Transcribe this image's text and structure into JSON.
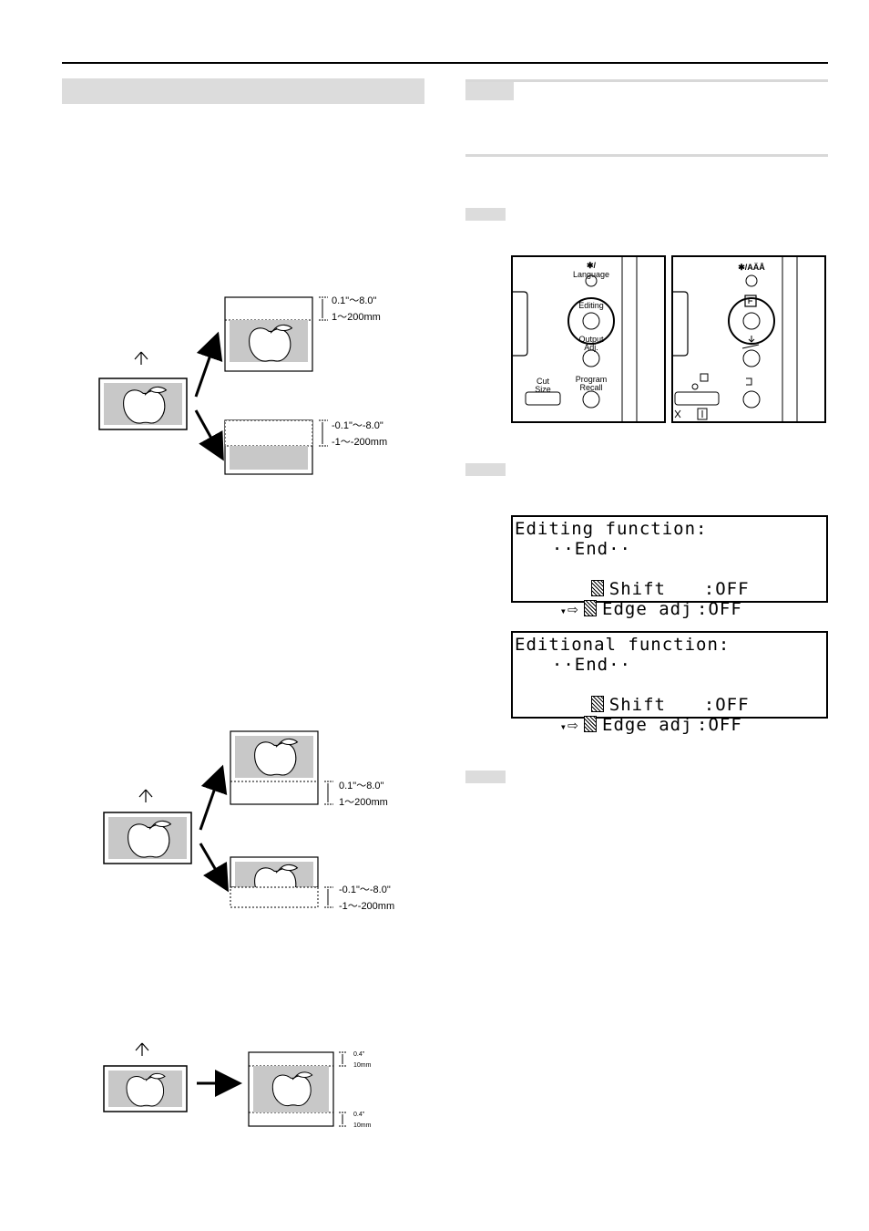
{
  "diagram_labels": {
    "shift_up_range": "0.1\"～8.0\"",
    "shift_up_mm": "1～200mm",
    "shift_down_range": "-0.1\"～-8.0\"",
    "shift_down_mm": "-1～-200mm",
    "fig2_up_range": "0.1\"～8.0\"",
    "fig2_up_mm": "1～200mm",
    "fig2_down_range": "-0.1\"～-8.0\"",
    "fig2_down_mm": "-1～-200mm",
    "edge_top_in": "0.4\"",
    "edge_top_mm": "10mm",
    "edge_bot_in": "0.4\"",
    "edge_bot_mm": "10mm"
  },
  "panel_left": {
    "language": "Language",
    "language_sym": "✱/",
    "editing": "Editing",
    "output": "Output",
    "adj": "Adj.",
    "cut": "Cut",
    "size": "Size",
    "program": "Program",
    "recall": "Recall"
  },
  "panel_right": {
    "lang_sym": "✱/AÄÅ"
  },
  "lcd1": {
    "title": "Editing function:",
    "row1": "  ··End··",
    "row2_label": "Shift",
    "row2_value": ":OFF",
    "row3_label": "Edge adj",
    "row3_value": ":OFF"
  },
  "lcd2": {
    "title": "Editional function:",
    "row1": "  ··End··",
    "row2_label": "Shift",
    "row2_value": ":OFF",
    "row3_label": "Edge adj",
    "row3_value": ":OFF"
  }
}
